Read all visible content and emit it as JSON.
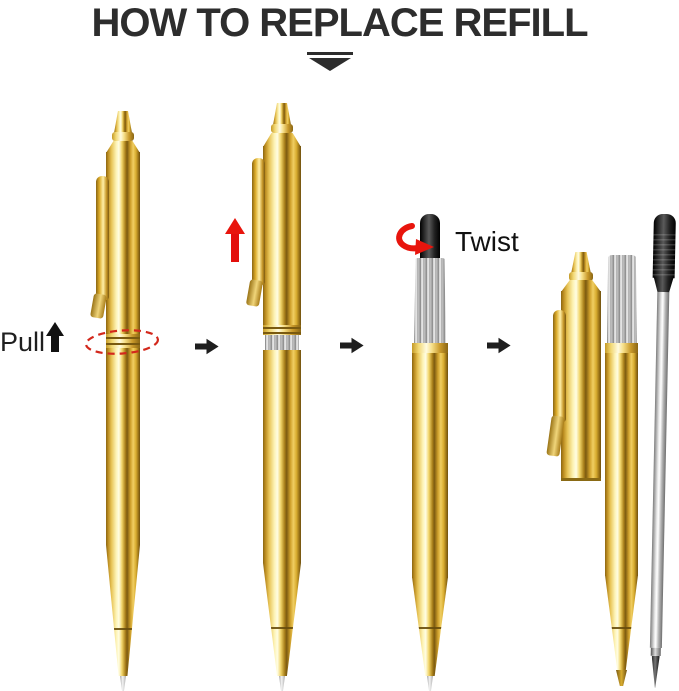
{
  "title": "HOW TO REPLACE REFILL",
  "divider_icon": "down-triangle-icon",
  "steps": [
    {
      "label": "Pull",
      "icons": [
        "black-up-arrow-icon",
        "red-dashed-ellipse-icon"
      ]
    },
    {
      "icons": [
        "red-up-arrow-icon"
      ]
    },
    {
      "label": "Twist",
      "icons": [
        "red-twist-arrow-icon"
      ]
    },
    {
      "parts": [
        "cap",
        "barrel",
        "refill"
      ]
    }
  ],
  "step_arrows": [
    "right-arrow-icon",
    "right-arrow-icon",
    "right-arrow-icon"
  ],
  "colors": {
    "gold_highlight": "#fdf3b5",
    "gold": "#e0b53a",
    "gold_dark": "#7a5a10",
    "silver": "#c9c9c9",
    "black_part": "#1a1a1a",
    "red_accent": "#e8150d",
    "text_dark": "#2d2d2d"
  }
}
